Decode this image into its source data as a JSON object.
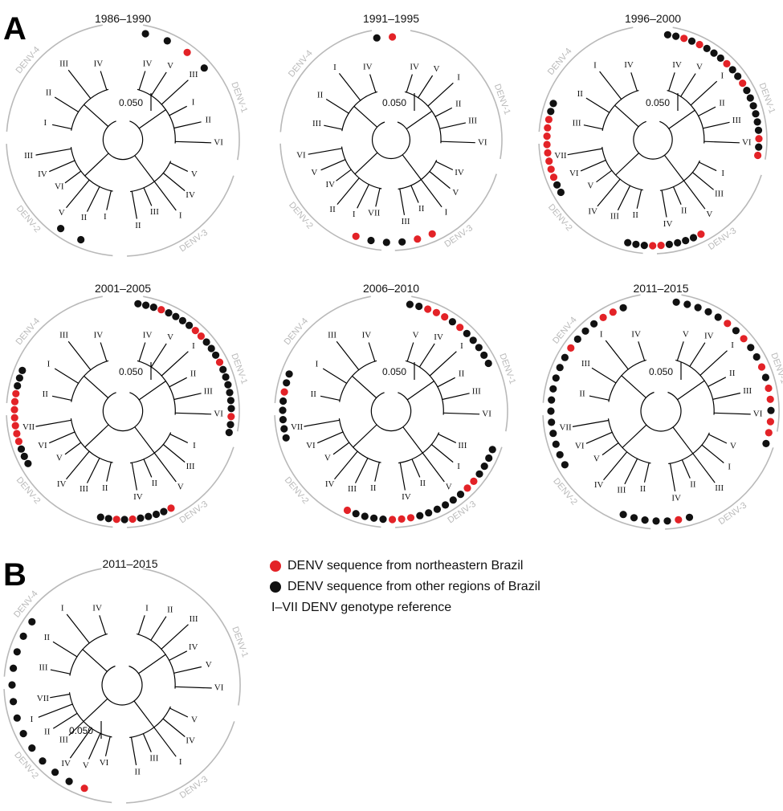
{
  "panel_labels": {
    "a": "A",
    "b": "B"
  },
  "scale_label": "0.050",
  "colors": {
    "northeastern": "#e32227",
    "other": "#111111",
    "clade_label": "#b9b9b9",
    "branch": "#000000"
  },
  "trees": [
    {
      "panel": "A",
      "period": "1986–1990",
      "clades": [
        {
          "name": "DENV-1",
          "genotypes": [
            "IV",
            "V",
            "III",
            "I",
            "II",
            "VI"
          ]
        },
        {
          "name": "DENV-3",
          "genotypes": [
            "V",
            "IV",
            "I",
            "III",
            "II"
          ]
        },
        {
          "name": "DENV-2",
          "genotypes": [
            "I",
            "II",
            "V",
            "VI",
            "IV",
            "III"
          ]
        },
        {
          "name": "DENV-4",
          "genotypes": [
            "I",
            "II",
            "III",
            "IV"
          ]
        }
      ],
      "samples": [
        "other",
        "other",
        "northeastern",
        "other",
        "other",
        "other"
      ]
    },
    {
      "panel": "A",
      "period": "1991–1995",
      "clades": [
        {
          "name": "DENV-1",
          "genotypes": [
            "IV",
            "V",
            "I",
            "II",
            "III",
            "VI"
          ]
        },
        {
          "name": "DENV-3",
          "genotypes": [
            "IV",
            "V",
            "I",
            "II",
            "III"
          ]
        },
        {
          "name": "DENV-2",
          "genotypes": [
            "VII",
            "I",
            "II",
            "IV",
            "V",
            "VI"
          ]
        },
        {
          "name": "DENV-4",
          "genotypes": [
            "III",
            "II",
            "I",
            "IV"
          ]
        }
      ],
      "samples": [
        "other",
        "northeastern",
        "northeastern",
        "northeastern",
        "other",
        "other",
        "other",
        "northeastern"
      ]
    },
    {
      "panel": "A",
      "period": "1996–2000",
      "clades": [
        {
          "name": "DENV-1",
          "genotypes": [
            "IV",
            "V",
            "I",
            "II",
            "III",
            "VI"
          ]
        },
        {
          "name": "DENV-3",
          "genotypes": [
            "I",
            "III",
            "V",
            "II",
            "IV"
          ]
        },
        {
          "name": "DENV-2",
          "genotypes": [
            "II",
            "III",
            "IV",
            "V",
            "VI",
            "VII"
          ]
        },
        {
          "name": "DENV-4",
          "genotypes": [
            "III",
            "II",
            "I",
            "IV"
          ]
        }
      ],
      "samples": [
        "other",
        "other",
        "northeastern",
        "other",
        "northeastern",
        "other",
        "other",
        "other",
        "northeastern",
        "other",
        "other",
        "northeastern",
        "other",
        "other",
        "other",
        "other",
        "other",
        "other",
        "northeastern",
        "other",
        "northeastern",
        "northeastern",
        "other",
        "other",
        "other",
        "other",
        "northeastern",
        "northeastern",
        "other",
        "other",
        "other",
        "other",
        "other",
        "northeastern",
        "northeastern",
        "northeastern",
        "northeastern",
        "northeastern",
        "northeastern",
        "northeastern",
        "northeastern",
        "other",
        "other"
      ]
    },
    {
      "panel": "A",
      "period": "2001–2005",
      "clades": [
        {
          "name": "DENV-1",
          "genotypes": [
            "IV",
            "V",
            "I",
            "II",
            "III",
            "VI"
          ]
        },
        {
          "name": "DENV-3",
          "genotypes": [
            "I",
            "III",
            "V",
            "II",
            "IV"
          ]
        },
        {
          "name": "DENV-2",
          "genotypes": [
            "II",
            "III",
            "IV",
            "V",
            "VI",
            "VII"
          ]
        },
        {
          "name": "DENV-4",
          "genotypes": [
            "II",
            "I",
            "III",
            "IV"
          ]
        }
      ],
      "samples": [
        "other",
        "other",
        "other",
        "northeastern",
        "other",
        "other",
        "other",
        "other",
        "northeastern",
        "northeastern",
        "other",
        "other",
        "other",
        "northeastern",
        "other",
        "other",
        "other",
        "other",
        "other",
        "other",
        "northeastern",
        "other",
        "other",
        "northeastern",
        "other",
        "other",
        "other",
        "other",
        "northeastern",
        "other",
        "northeastern",
        "other",
        "other",
        "other",
        "other",
        "other",
        "northeastern",
        "northeastern",
        "northeastern",
        "northeastern",
        "northeastern",
        "northeastern",
        "northeastern",
        "other",
        "other",
        "other"
      ]
    },
    {
      "panel": "A",
      "period": "2006–2010",
      "clades": [
        {
          "name": "DENV-1",
          "genotypes": [
            "V",
            "IV",
            "I",
            "II",
            "III",
            "VI"
          ]
        },
        {
          "name": "DENV-3",
          "genotypes": [
            "III",
            "I",
            "V",
            "II",
            "IV"
          ]
        },
        {
          "name": "DENV-2",
          "genotypes": [
            "II",
            "III",
            "IV",
            "V",
            "VI",
            "VII"
          ]
        },
        {
          "name": "DENV-4",
          "genotypes": [
            "II",
            "I",
            "III",
            "IV"
          ]
        }
      ],
      "samples": [
        "other",
        "other",
        "northeastern",
        "northeastern",
        "northeastern",
        "other",
        "northeastern",
        "other",
        "other",
        "other",
        "other",
        "other",
        "other",
        "other",
        "other",
        "other",
        "northeastern",
        "northeastern",
        "other",
        "other",
        "other",
        "other",
        "other",
        "other",
        "northeastern",
        "northeastern",
        "northeastern",
        "other",
        "other",
        "other",
        "other",
        "northeastern",
        "other",
        "other",
        "other",
        "other",
        "other",
        "northeastern",
        "other",
        "other"
      ]
    },
    {
      "panel": "A",
      "period": "2011–2015",
      "clades": [
        {
          "name": "DENV-1",
          "genotypes": [
            "V",
            "IV",
            "I",
            "II",
            "III",
            "VI"
          ]
        },
        {
          "name": "DENV-3",
          "genotypes": [
            "V",
            "I",
            "III",
            "II",
            "IV"
          ]
        },
        {
          "name": "DENV-2",
          "genotypes": [
            "II",
            "III",
            "IV",
            "V",
            "VI",
            "VII"
          ]
        },
        {
          "name": "DENV-4",
          "genotypes": [
            "II",
            "III",
            "I",
            "IV"
          ]
        }
      ],
      "samples": [
        "other",
        "other",
        "other",
        "other",
        "other",
        "northeastern",
        "other",
        "northeastern",
        "other",
        "other",
        "northeastern",
        "other",
        "northeastern",
        "northeastern",
        "other",
        "northeastern",
        "northeastern",
        "other",
        "other",
        "northeastern",
        "other",
        "other",
        "other",
        "other",
        "other",
        "other",
        "other",
        "other",
        "other",
        "other",
        "other",
        "other",
        "other",
        "other",
        "other",
        "other",
        "northeastern",
        "other",
        "other",
        "other",
        "northeastern",
        "northeastern",
        "other"
      ]
    },
    {
      "panel": "B",
      "period": "2011–2015",
      "clades": [
        {
          "name": "DENV-1",
          "genotypes": [
            "I",
            "II",
            "III",
            "IV",
            "V",
            "VI"
          ]
        },
        {
          "name": "DENV-3",
          "genotypes": [
            "V",
            "IV",
            "I",
            "III",
            "II"
          ]
        },
        {
          "name": "DENV-2",
          "genotypes": [
            "VI",
            "V",
            "IV",
            "III",
            "II",
            "I",
            "VII"
          ]
        },
        {
          "name": "DENV-4",
          "genotypes": [
            "III",
            "II",
            "I",
            "IV"
          ]
        }
      ],
      "samples": [
        "northeastern",
        "other",
        "other",
        "other",
        "other",
        "other",
        "other",
        "other",
        "other",
        "other",
        "other",
        "other",
        "other"
      ]
    }
  ],
  "legend": {
    "northeastern": "DENV sequence from northeastern Brazil",
    "other": "DENV sequence from other regions of Brazil",
    "genotype": "I–VII DENV genotype reference"
  }
}
